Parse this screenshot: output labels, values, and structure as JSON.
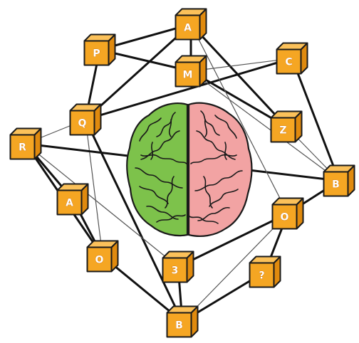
{
  "diagram": {
    "center_image": "brain-icon",
    "colors": {
      "cube_front": "#F5A623",
      "cube_top": "#FBC15A",
      "cube_side": "#E08A0E",
      "cube_edge": "#1a1a1a",
      "link_thick": "#111111",
      "link_thin": "#555555",
      "brain_left": "#7DC24B",
      "brain_right": "#F2A3A3",
      "brain_outline": "#1a1a1a"
    },
    "nodes": [
      {
        "id": "A1",
        "label": "A"
      },
      {
        "id": "P",
        "label": "P"
      },
      {
        "id": "M",
        "label": "M"
      },
      {
        "id": "C",
        "label": "C"
      },
      {
        "id": "Q",
        "label": "Q"
      },
      {
        "id": "Z",
        "label": "Z"
      },
      {
        "id": "R",
        "label": "R"
      },
      {
        "id": "B1",
        "label": "B"
      },
      {
        "id": "A2",
        "label": "A"
      },
      {
        "id": "O1",
        "label": "O"
      },
      {
        "id": "O2",
        "label": "O"
      },
      {
        "id": "N3",
        "label": "3"
      },
      {
        "id": "QM",
        "label": "?"
      },
      {
        "id": "B2",
        "label": "B"
      }
    ],
    "links": [
      {
        "from": "P",
        "to": "A1",
        "weight": "thick"
      },
      {
        "from": "P",
        "to": "Q",
        "weight": "thick"
      },
      {
        "from": "A1",
        "to": "M",
        "weight": "thick"
      },
      {
        "from": "A1",
        "to": "Q",
        "weight": "thick"
      },
      {
        "from": "A1",
        "to": "Z",
        "weight": "thick"
      },
      {
        "from": "P",
        "to": "M",
        "weight": "thick"
      },
      {
        "from": "M",
        "to": "Z",
        "weight": "thick"
      },
      {
        "from": "C",
        "to": "B1",
        "weight": "thick"
      },
      {
        "from": "Q",
        "to": "C",
        "weight": "thick"
      },
      {
        "from": "Z",
        "to": "B1",
        "weight": "thin"
      },
      {
        "from": "Q",
        "to": "R",
        "weight": "thin"
      },
      {
        "from": "Q",
        "to": "O1",
        "weight": "thin"
      },
      {
        "from": "Q",
        "to": "B2",
        "weight": "thick"
      },
      {
        "from": "R",
        "to": "B1",
        "weight": "thick"
      },
      {
        "from": "R",
        "to": "A2",
        "weight": "thick"
      },
      {
        "from": "R",
        "to": "O1",
        "weight": "thick"
      },
      {
        "from": "R",
        "to": "N3",
        "weight": "thin"
      },
      {
        "from": "A2",
        "to": "O1",
        "weight": "thick"
      },
      {
        "from": "O1",
        "to": "B2",
        "weight": "thick"
      },
      {
        "from": "N3",
        "to": "O2",
        "weight": "thick"
      },
      {
        "from": "N3",
        "to": "B2",
        "weight": "thick"
      },
      {
        "from": "O2",
        "to": "B1",
        "weight": "thick"
      },
      {
        "from": "O2",
        "to": "B2",
        "weight": "thin"
      },
      {
        "from": "QM",
        "to": "O2",
        "weight": "thick"
      },
      {
        "from": "QM",
        "to": "B2",
        "weight": "thick"
      },
      {
        "from": "A1",
        "to": "O2",
        "weight": "thin"
      },
      {
        "from": "M",
        "to": "B1",
        "weight": "thin"
      },
      {
        "from": "C",
        "to": "M",
        "weight": "thin"
      }
    ]
  }
}
